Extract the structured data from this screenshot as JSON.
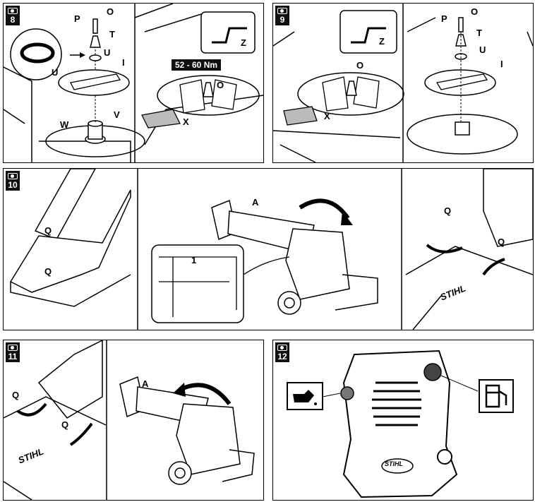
{
  "steps": [
    {
      "number": "8",
      "labels": {
        "o": "O",
        "p": "P",
        "t": "T",
        "u1": "U",
        "u2": "U",
        "i": "I",
        "w": "W",
        "v": "V",
        "x": "X",
        "z": "Z",
        "o2": "O"
      },
      "torque": "52 - 60 Nm"
    },
    {
      "number": "9",
      "labels": {
        "o": "O",
        "p": "P",
        "t": "T",
        "u": "U",
        "i": "I",
        "z": "Z",
        "o2": "O",
        "x": "X"
      }
    },
    {
      "number": "10",
      "labels": {
        "q1": "Q",
        "q2": "Q",
        "a": "A",
        "one": "1",
        "q3": "Q",
        "q4": "Q"
      }
    },
    {
      "number": "11",
      "labels": {
        "q1": "Q",
        "q2": "Q",
        "a": "A"
      }
    },
    {
      "number": "12",
      "labels": {}
    }
  ],
  "brand": "STIHL",
  "icons": [
    "camera-icon",
    "oil-can-icon",
    "fuel-pump-icon",
    "rotate-arrow-icon"
  ]
}
